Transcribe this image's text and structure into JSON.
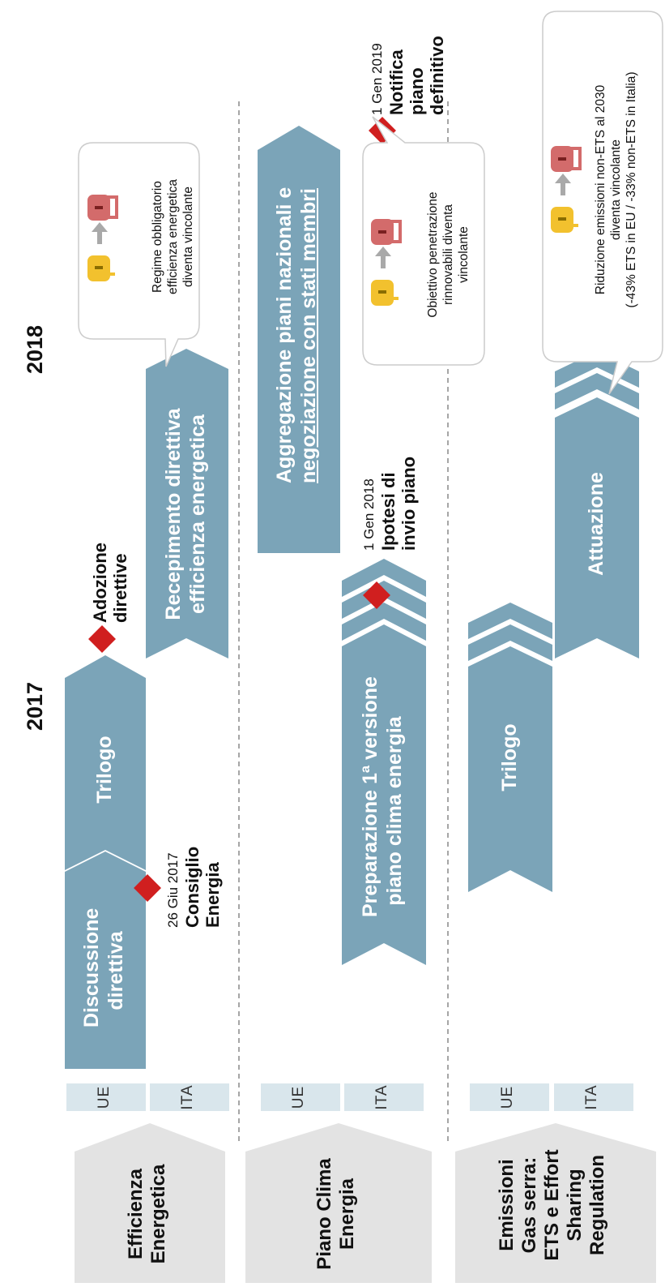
{
  "years": [
    "2017",
    "2018"
  ],
  "colors": {
    "arrow": "#7ba4b8",
    "marker": "#d01f1f",
    "tag_bg": "#d9e6ec",
    "category_bg": "#e3e3e3",
    "lock_closed": "#d36b6b",
    "lock_open": "#f2c12e"
  },
  "rows": [
    {
      "category": [
        "Efficienza",
        "Energetica"
      ],
      "tags": [
        "UE",
        "ITA"
      ],
      "arrows": {
        "discussione": [
          "Discussione",
          "direttiva"
        ],
        "trilogo": "Trilogo",
        "recepimento": [
          "Recepimento direttiva",
          "efficienza energetica"
        ]
      },
      "milestones": [
        {
          "date": "26 Giu 2017",
          "event": [
            "Consiglio",
            "Energia"
          ]
        },
        {
          "event": [
            "Adozione",
            "direttive"
          ]
        }
      ],
      "callout": [
        "Regime obbligatorio",
        "efficienza energetica",
        "diventa vincolante"
      ]
    },
    {
      "category": [
        "Piano Clima",
        "Energia"
      ],
      "tags": [
        "UE",
        "ITA"
      ],
      "arrows": {
        "aggregazione": [
          "Aggregazione piani nazionali e",
          "negoziazione con stati membri"
        ],
        "preparazione": [
          "Preparazione 1ª versione",
          "piano clima energia"
        ]
      },
      "milestones": [
        {
          "date": "1 Gen 2018",
          "event": [
            "Ipotesi di",
            "invio piano"
          ]
        },
        {
          "date": "1 Gen 2019",
          "event": [
            "Notifica",
            "piano",
            "definitivo"
          ]
        }
      ],
      "callout": [
        "Obiettivo penetrazione",
        "rinnovabili diventa",
        "vincolante"
      ]
    },
    {
      "category": [
        "Emissioni",
        "Gas serra:",
        "ETS e Effort",
        "Sharing",
        "Regulation"
      ],
      "tags": [
        "UE",
        "ITA"
      ],
      "arrows": {
        "trilogo": "Trilogo",
        "attuazione": "Attuazione"
      },
      "callout": [
        "Riduzione emissioni non-ETS al 2030",
        "diventa vincolante",
        "(-43% ETS in EU / -33% non-ETS in Italia)"
      ]
    }
  ]
}
